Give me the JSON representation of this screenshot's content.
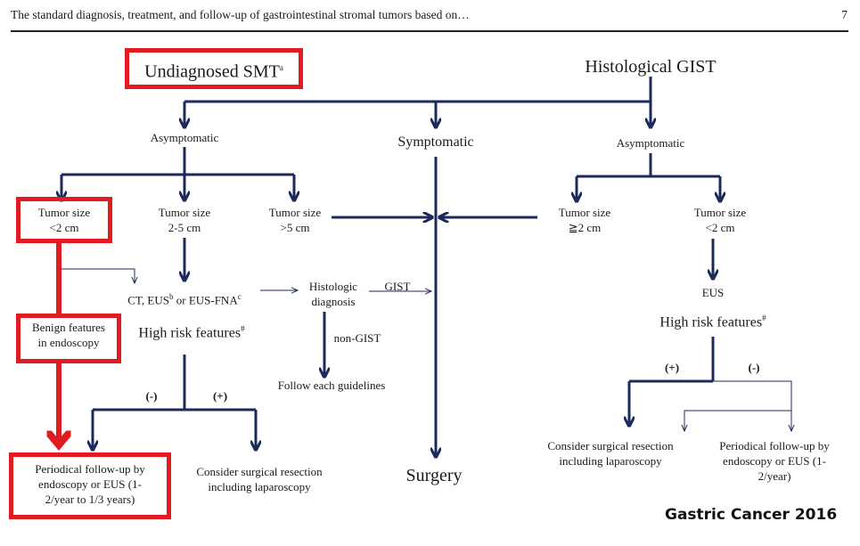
{
  "header": {
    "title": "The standard diagnosis, treatment, and follow-up of gastrointestinal stromal tumors based on…",
    "page_number": "7"
  },
  "top": {
    "undiagnosed": "Undiagnosed SMT",
    "undiagnosed_sup": "a",
    "histological": "Histological GIST"
  },
  "left": {
    "asymptomatic": "Asymptomatic",
    "size_lt2_line1": "Tumor size",
    "size_lt2_line2": "<2 cm",
    "size_2to5_line1": "Tumor size",
    "size_2to5_line2": "2-5 cm",
    "size_gt5_line1": "Tumor size",
    "size_gt5_line2": ">5 cm",
    "ct_eus_a": "CT, EUS",
    "ct_eus_sup_b": "b",
    "ct_eus_b": " or EUS-FNA",
    "ct_eus_sup_c": "c",
    "benign_line1": "Benign features",
    "benign_line2": "in endoscopy",
    "high_risk": "High risk features",
    "high_risk_sup": "#",
    "minus": "(-)",
    "plus": "(+)",
    "followup_line1": "Periodical follow-up by",
    "followup_line2": "endoscopy or EUS (1-",
    "followup_line3": "2/year to 1/3 years)",
    "resection_line1": "Consider surgical resection",
    "resection_line2": "including laparoscopy"
  },
  "middle": {
    "histologic_line1": "Histologic",
    "histologic_line2": "diagnosis",
    "gist": "GIST",
    "non_gist": "non-GIST",
    "follow_guidelines": "Follow each guidelines",
    "symptomatic": "Symptomatic",
    "surgery": "Surgery"
  },
  "right": {
    "asymptomatic": "Asymptomatic",
    "size_ge2_line1": "Tumor size",
    "size_ge2_line2": "≧2 cm",
    "size_lt2_line1": "Tumor size",
    "size_lt2_line2": "<2 cm",
    "eus": "EUS",
    "high_risk": "High risk features",
    "high_risk_sup": "#",
    "plus": "(+)",
    "minus": "(-)",
    "resection_line1": "Consider surgical resection",
    "resection_line2": "including laparoscopy",
    "followup_line1": "Periodical follow-up by",
    "followup_line2": "endoscopy or EUS (1-",
    "followup_line3": "2/year)"
  },
  "source": "Gastric Cancer 2016",
  "colors": {
    "arrow": "#1b2a5a",
    "highlight": "#e11b22",
    "text": "#1a1a1a"
  }
}
